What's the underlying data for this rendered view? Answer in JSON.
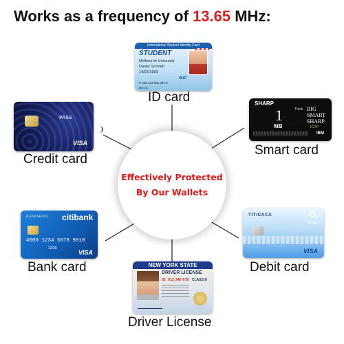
{
  "heading": {
    "prefix": "Works as a frequency of ",
    "frequency": "13.65",
    "suffix": " MHz:"
  },
  "center": {
    "line1": "Effectively Protected",
    "line2": "By Our Wallets"
  },
  "cards": {
    "id": {
      "label": "ID card",
      "header": "International Student Identity Card",
      "title": "STUDENT",
      "line1": "Melbourne University",
      "line2": "Daniel Schmidt",
      "line3": "14/02/1983",
      "brand": "ISIC",
      "number": "S 036 123 961 357 K",
      "date": "Mar-06"
    },
    "credit": {
      "label": "Credit card",
      "brand": "VISA",
      "pass": "PASS"
    },
    "smart": {
      "label": "Smart card",
      "brand": "SHARP",
      "capacity": "1",
      "unit": "MB",
      "tag1": "Think",
      "word1": "BIG",
      "word2": "SMART",
      "word3": "SHARP",
      "small": "JCOP",
      "maker": "IBM"
    },
    "bank": {
      "label": "Bank card",
      "rewards": "REWARDS",
      "brand": "citibank",
      "number": "4000 1234 5678 9010",
      "expiry": "12/20",
      "network": "VISA"
    },
    "debit": {
      "label": "Debit card",
      "name": "TITICACA",
      "o2": "O₂",
      "money": "Money",
      "network": "VISA"
    },
    "dl": {
      "label": "Driver License",
      "state": "NEW YORK STATE",
      "title": "DRIVER LICENSE",
      "id": "ID: 012 345 678",
      "class": "CLASS D"
    }
  },
  "colors": {
    "accent_red": "#e02020",
    "text": "#111111"
  }
}
